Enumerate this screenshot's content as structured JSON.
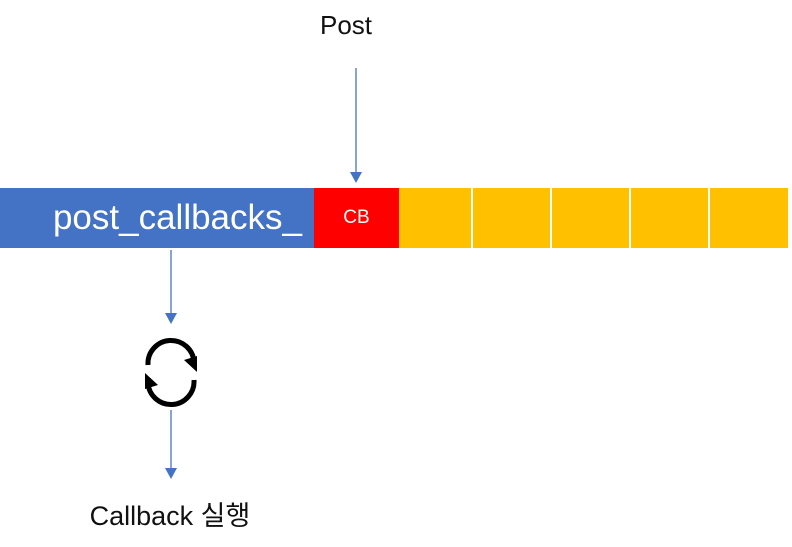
{
  "diagram": {
    "post_label": "Post",
    "queue_label": "post_callbacks_",
    "cb_label": "CB",
    "exec_label": "Callback 실행",
    "loop_icon": "refresh-cycle-icon",
    "colors": {
      "queue_head": "#4472C4",
      "cb_slot": "#FF0000",
      "empty_slots": "#FFC000",
      "arrows": "#4472C4",
      "text": "#111111"
    }
  }
}
